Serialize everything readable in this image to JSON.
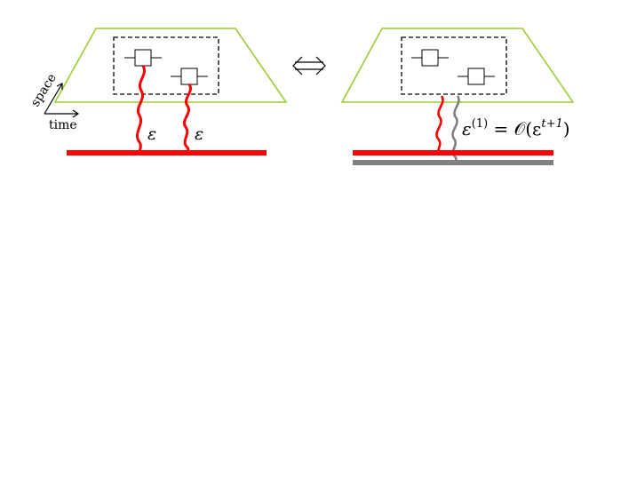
{
  "left_panel": {
    "epsilon_label_1": "ε",
    "epsilon_label_2": "ε"
  },
  "axes": {
    "space_label": "space",
    "time_label": "time"
  },
  "right_panel": {
    "epsilon_eq_lhs": "ε",
    "epsilon_eq_sup": "(1)",
    "epsilon_eq_mid": " = 𝒪(ε",
    "epsilon_eq_sup2": "t+1",
    "epsilon_eq_rhs": ")"
  },
  "colors": {
    "trapezoid": "#9acd32",
    "red_line": "#ff0000",
    "gray_line": "#808080",
    "box": "#000000"
  },
  "equivalence_symbol": "⟺"
}
